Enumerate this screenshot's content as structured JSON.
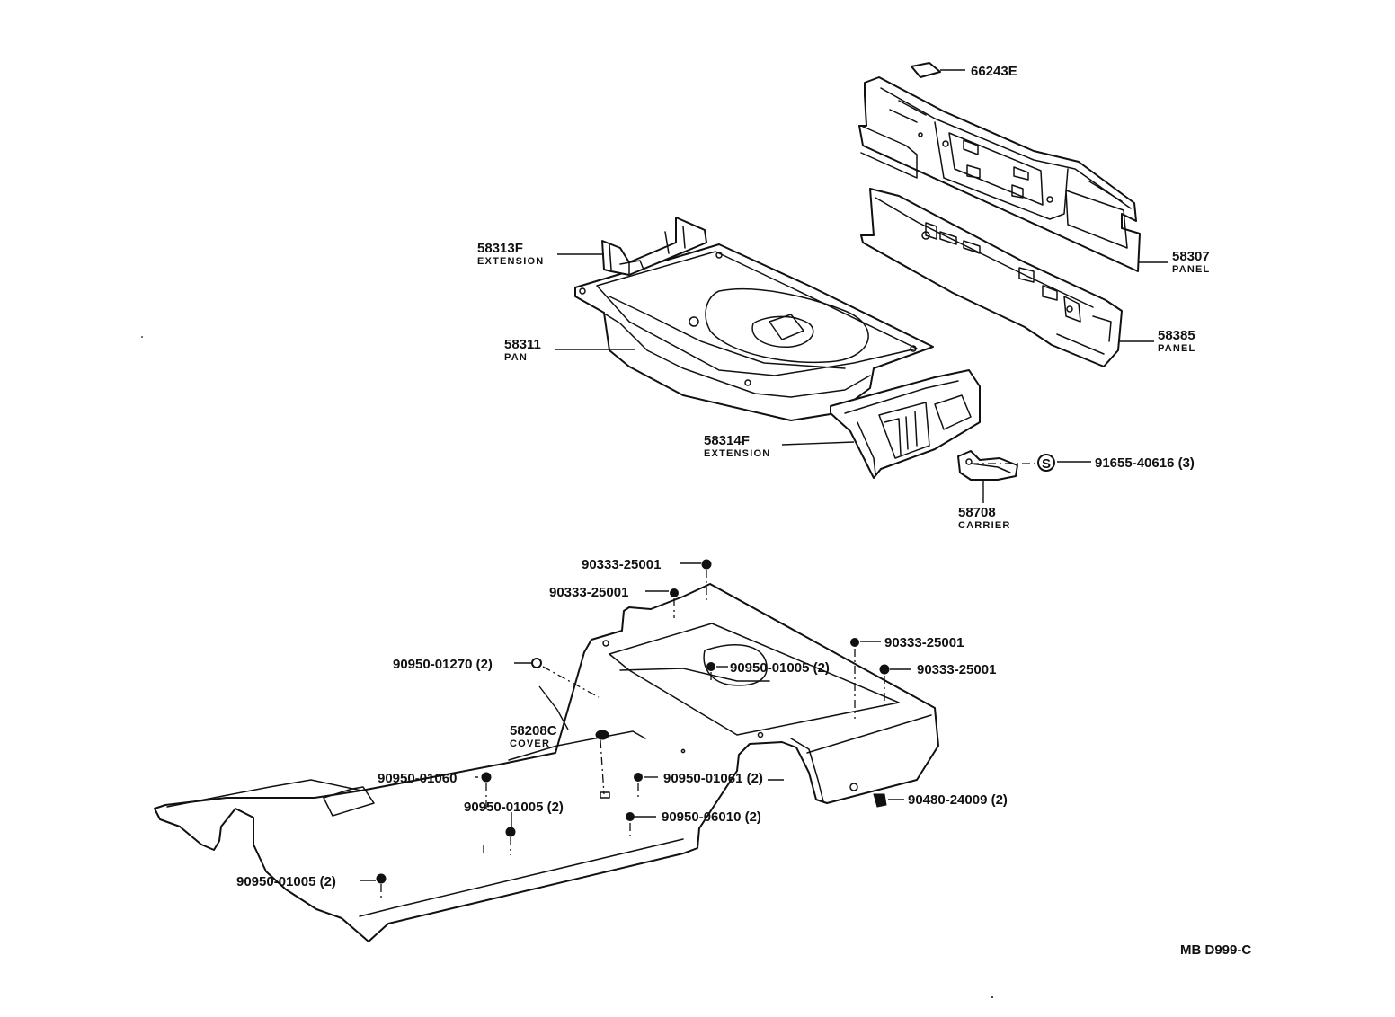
{
  "callouts": {
    "p66243e": {
      "number": "66243E",
      "name": ""
    },
    "p58307": {
      "number": "58307",
      "name": "PANEL"
    },
    "p58385": {
      "number": "58385",
      "name": "PANEL"
    },
    "p58313f": {
      "number": "58313F",
      "name": "EXTENSION"
    },
    "p58311": {
      "number": "58311",
      "name": "PAN"
    },
    "p58314f": {
      "number": "58314F",
      "name": "EXTENSION"
    },
    "p91655": {
      "number": "91655-40616 (3)",
      "name": ""
    },
    "p58708": {
      "number": "58708",
      "name": "CARRIER"
    },
    "p58208c": {
      "number": "58208C",
      "name": "COVER"
    },
    "f1": "90333-25001",
    "f2": "90333-25001",
    "f3": "90333-25001",
    "f4": "90333-25001",
    "f5": "90950-01270 (2)",
    "f6": "90950-01005 (2)",
    "f7": "90950-01060",
    "f8": "90950-01061 (2)",
    "f9": "90480-24009 (2)",
    "f10": "90950-01005 (2)",
    "f11": "90950-06010 (2)",
    "f12": "90950-01005 (2)",
    "s_symbol": "S"
  },
  "diagram_code": "MB D999-C"
}
